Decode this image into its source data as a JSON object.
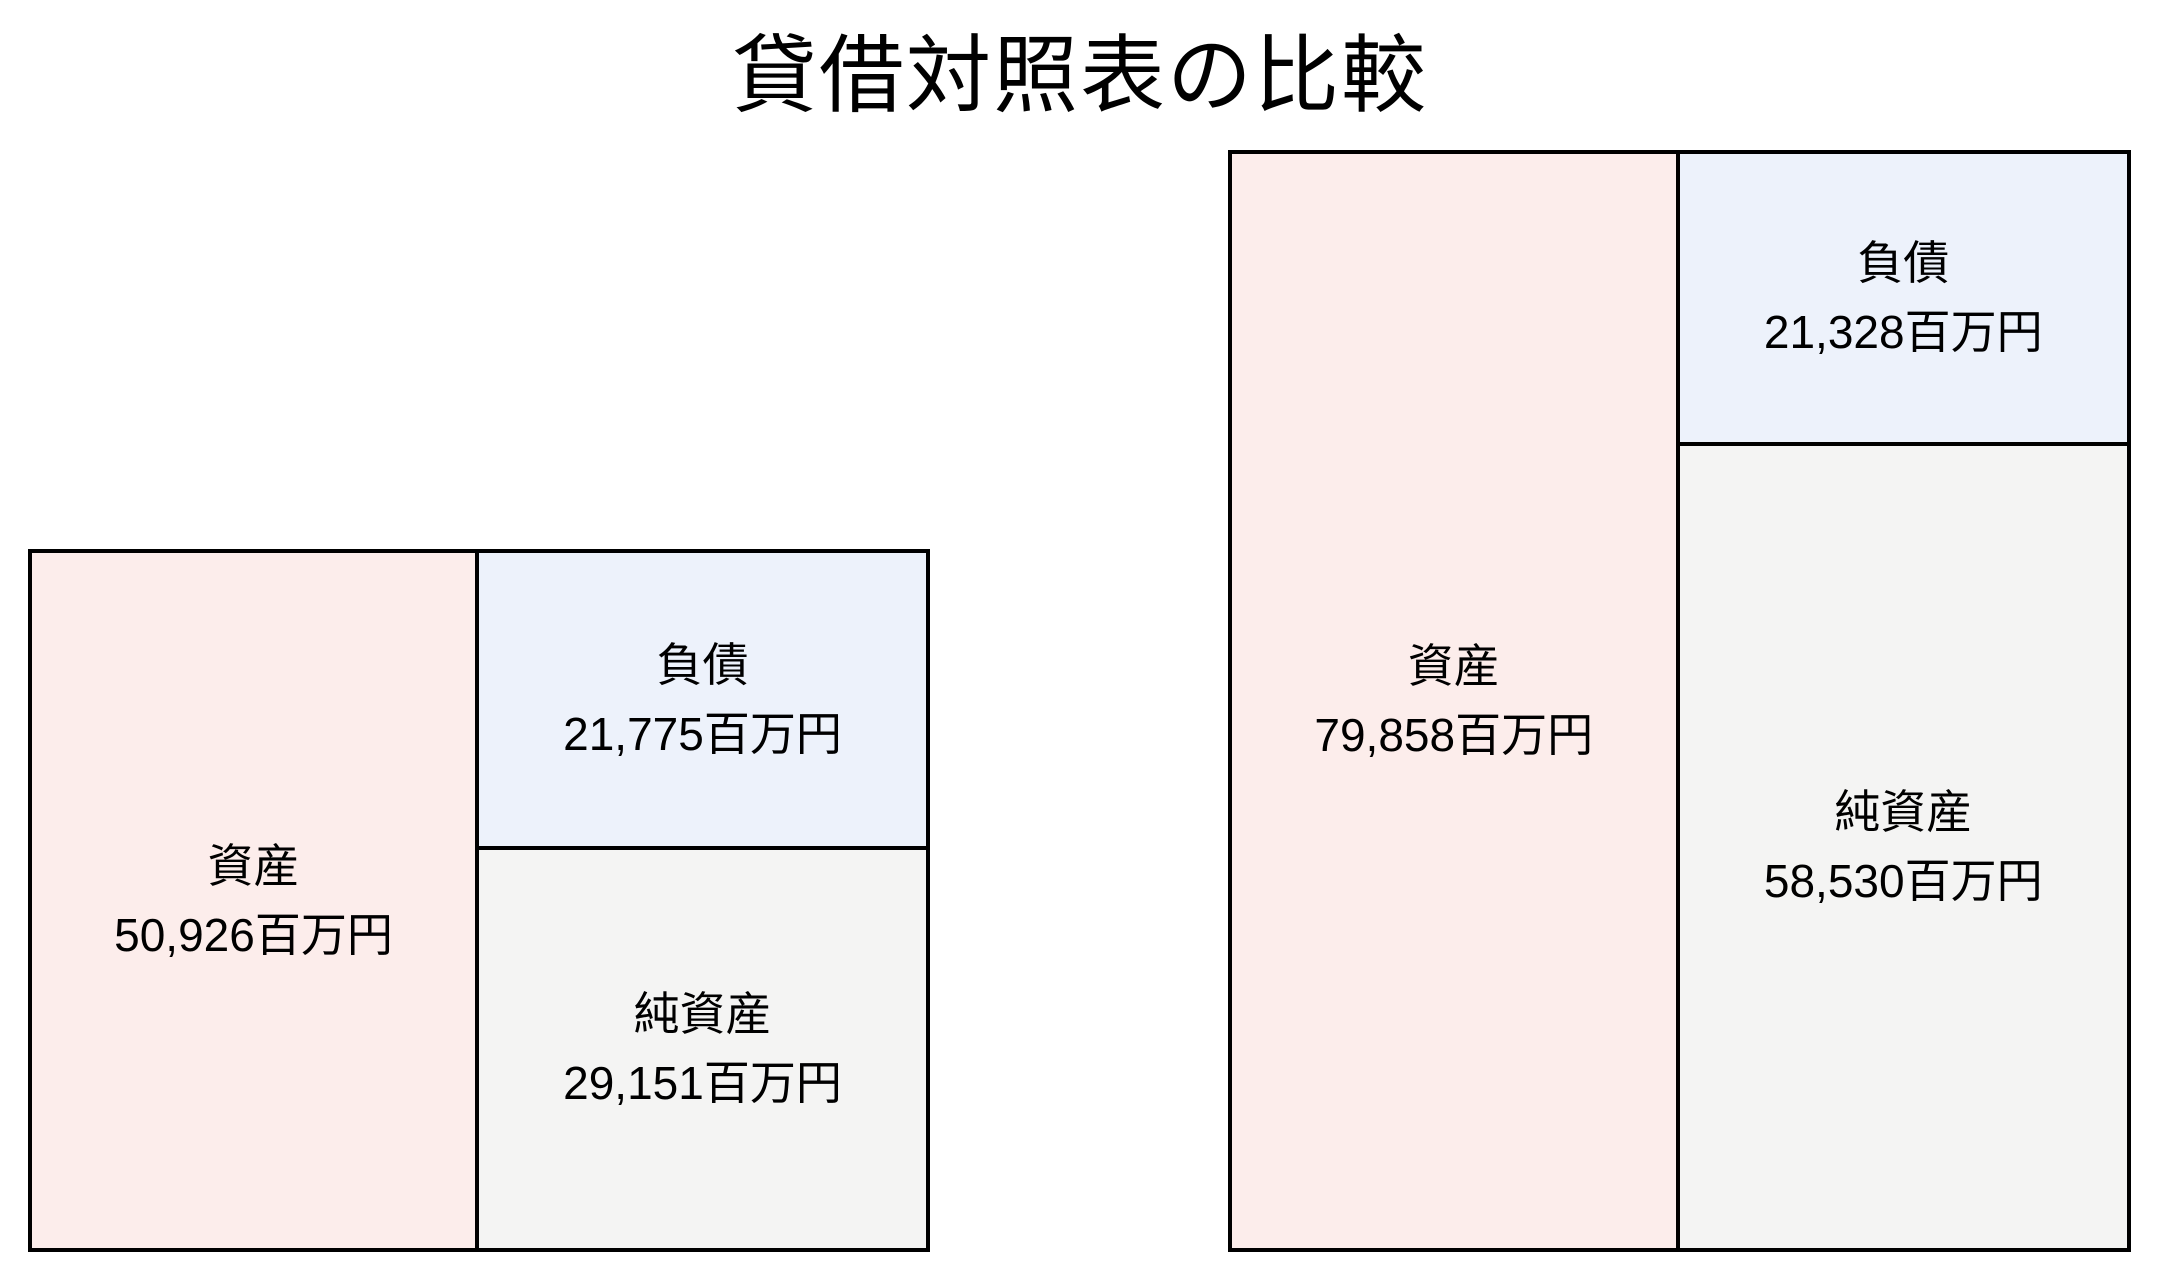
{
  "title": "貸借対照表の比較",
  "colors": {
    "background": "#ffffff",
    "assets_fill": "#fcedeb",
    "liabilities_fill": "#edf2fb",
    "net_assets_fill": "#f4f4f3",
    "border": "#000000",
    "text": "#000000"
  },
  "sheets": [
    {
      "assets_label": "資産",
      "assets_value_label": "50,926百万円",
      "liabilities_label": "負債",
      "liabilities_value_label": "21,775百万円",
      "net_assets_label": "純資産",
      "net_assets_value_label": "29,151百万円"
    },
    {
      "assets_label": "資産",
      "assets_value_label": "79,858百万円",
      "liabilities_label": "負債",
      "liabilities_value_label": "21,328百万円",
      "net_assets_label": "純資産",
      "net_assets_value_label": "58,530百万円"
    }
  ],
  "chart_data": {
    "type": "bar",
    "subtype": "balance-sheet-box-comparison",
    "title": "貸借対照表の比較",
    "unit": "百万円",
    "labels": {
      "assets": "資産",
      "liabilities": "負債",
      "net_assets": "純資産"
    },
    "balance_sheets": [
      {
        "assets": 50926,
        "liabilities": 21775,
        "net_assets": 29151
      },
      {
        "assets": 79858,
        "liabilities": 21328,
        "net_assets": 58530
      }
    ],
    "layout": {
      "bars": 2,
      "box_heights_proportional_to": "assets",
      "bottom_aligned": true,
      "left_column": "assets",
      "right_column_top": "liabilities",
      "right_column_bottom": "net_assets",
      "grid": false,
      "legend": false
    }
  }
}
